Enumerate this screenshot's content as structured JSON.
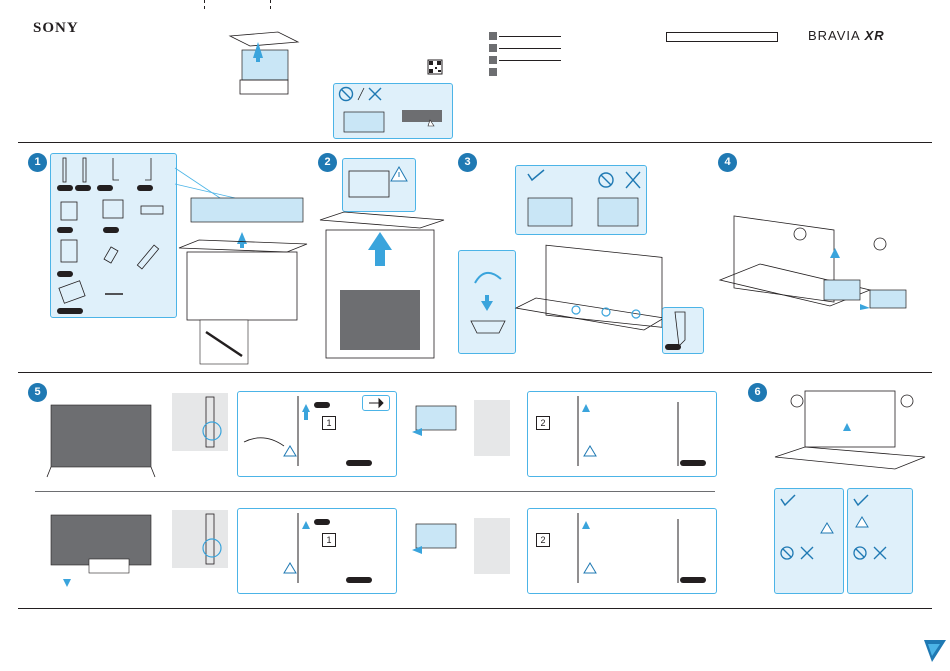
{
  "header": {
    "logo": "SONY",
    "brand_prefix": "BRAVIA",
    "brand_suffix": "XR"
  },
  "steps": {
    "s1": "1",
    "s2": "2",
    "s3": "3",
    "s4": "4",
    "s5": "5",
    "s6": "6"
  },
  "markers": {
    "one": "1",
    "two": "2"
  },
  "icons": [
    "check-icon",
    "prohibit-icon",
    "cross-icon",
    "warning-icon",
    "arrow-up-icon",
    "arrow-left-icon",
    "qr-code-icon"
  ],
  "colors": {
    "accent_blue": "#1f79b3",
    "panel_border": "#4cb4e7",
    "panel_fill": "#dff0fa",
    "arrow": "#3aa4dc"
  }
}
